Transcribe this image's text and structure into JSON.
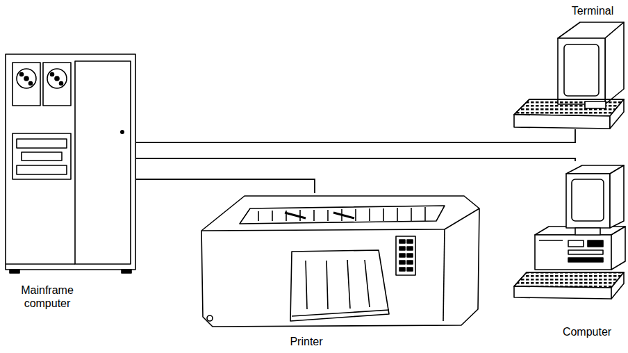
{
  "diagram": {
    "nodes": [
      {
        "text": [
          "Mainframe computer"
        ]
      },
      {
        "text": [
          "Terminal"
        ]
      },
      {
        "text": [
          "Printer"
        ]
      },
      {
        "text": [
          "Computer"
        ]
      }
    ],
    "edges": [
      {
        "from": 0,
        "to": 1,
        "arrow": "none"
      },
      {
        "from": 0,
        "to": 3,
        "arrow": "none"
      },
      {
        "from": 0,
        "to": 2,
        "arrow": "none"
      }
    ]
  }
}
